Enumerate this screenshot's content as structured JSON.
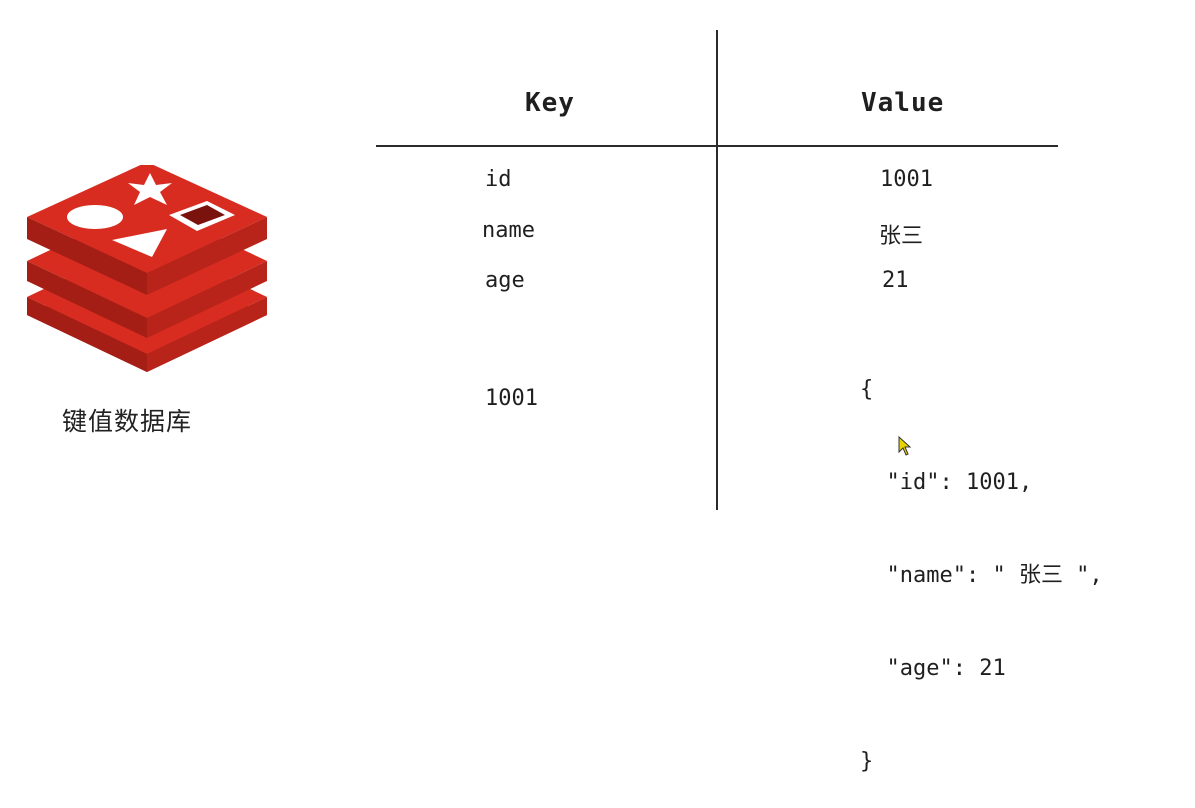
{
  "caption": "键值数据库",
  "table": {
    "headers": {
      "key": "Key",
      "value": "Value"
    },
    "rows": [
      {
        "key": "id",
        "value": "1001"
      },
      {
        "key": "name",
        "value": "张三"
      },
      {
        "key": "age",
        "value": "21"
      },
      {
        "key": "1001"
      }
    ],
    "json_value": {
      "open": "{",
      "line1": "  \"id\": 1001,",
      "line2": "  \"name\": \" 张三 \",",
      "line3": "  \"age\": 21",
      "close": "}"
    }
  },
  "colors": {
    "logo_red": "#d82c20",
    "logo_dark": "#a41e16",
    "line": "#2b2b2b",
    "cursor": "#e8d400"
  },
  "icons": [
    "redis-logo-icon",
    "mouse-cursor-icon"
  ]
}
